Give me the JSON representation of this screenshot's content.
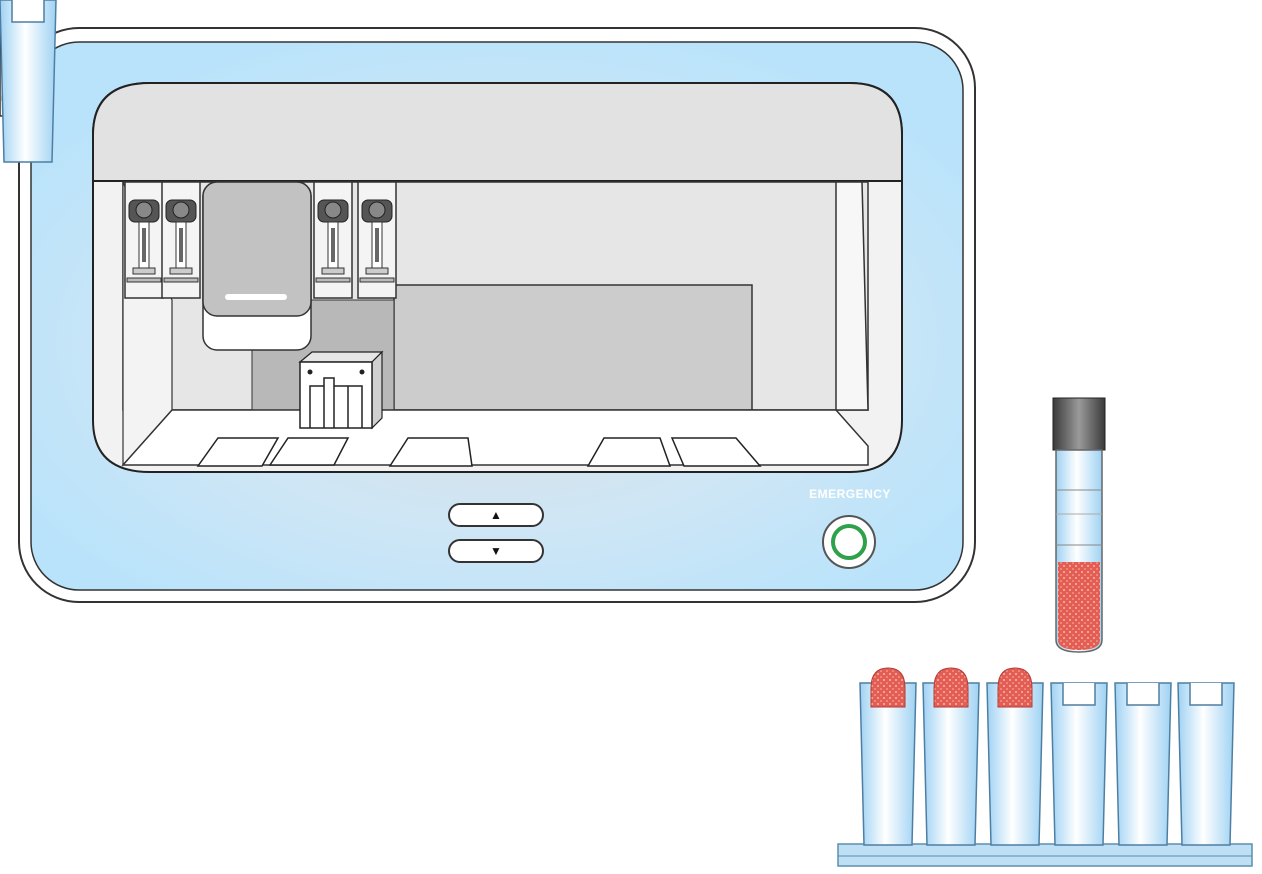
{
  "controls": {
    "up_glyph": "▲",
    "down_glyph": "▼",
    "emergency_label": "EMERGENCY"
  },
  "icons": {
    "up": "triangle-up-icon",
    "down": "triangle-down-icon"
  },
  "colors": {
    "frame_blue": "#b9e3fb",
    "emergency_ring": "#2fa14a",
    "sample_red": "#e35d53"
  },
  "sample_rack": {
    "filled_tubes": 3,
    "empty_tubes": 3
  }
}
